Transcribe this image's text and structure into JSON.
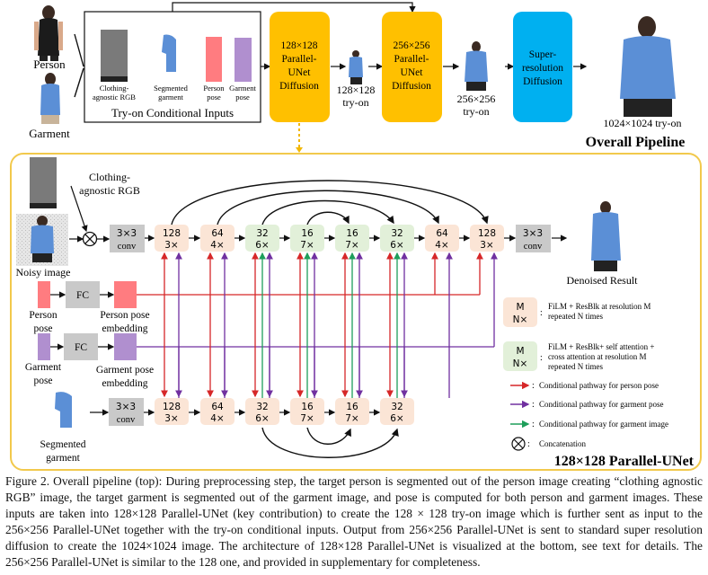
{
  "colors": {
    "unet_orange": "#FFC000",
    "superres_blue": "#00B0F0",
    "film_block": "#FBE5D6",
    "attn_block": "#E2F0D9",
    "conv_gray": "#C9C9C9",
    "person_pose": "#FF7C80",
    "garment_pose": "#B08FCF",
    "path_person": "#D62728",
    "path_garment_pose": "#7030A0",
    "path_garment_image": "#1E9E5A",
    "frame_yellow": "#F2C94C",
    "shirt_blue": "#5B8FD6"
  },
  "top": {
    "inputs": {
      "person": "Person",
      "garment": "Garment"
    },
    "conditional_box": {
      "title": "Try-on Conditional Inputs",
      "items": [
        {
          "line1": "Clothing-",
          "line2": "agnostic RGB"
        },
        {
          "line1": "Segmented",
          "line2": "garment"
        },
        {
          "line1": "Person",
          "line2": "pose"
        },
        {
          "line1": "Garment",
          "line2": "pose"
        }
      ]
    },
    "unet128": {
      "lines": [
        "128×128",
        "Parallel-",
        "UNet",
        "Diffusion"
      ]
    },
    "out128": {
      "line1": "128×128",
      "line2": "try-on"
    },
    "unet256": {
      "lines": [
        "256×256",
        "Parallel-",
        "UNet",
        "Diffusion"
      ]
    },
    "out256": {
      "line1": "256×256",
      "line2": "try-on"
    },
    "superres": {
      "lines": [
        "Super-",
        "resolution",
        "Diffusion"
      ]
    },
    "final": "1024×1024 try-on",
    "section_title": "Overall Pipeline"
  },
  "unet": {
    "section_title": "128×128 Parallel-UNet",
    "clothing_agnostic": {
      "line1": "Clothing-",
      "line2": "agnostic RGB"
    },
    "noisy_image": "Noisy image",
    "conv": {
      "line1": "3×3",
      "line2": "conv"
    },
    "fc": "FC",
    "person_pose": {
      "line1": "Person",
      "line2": "pose"
    },
    "person_pose_embedding": {
      "line1": "Person pose",
      "line2": "embedding"
    },
    "garment_pose": {
      "line1": "Garment",
      "line2": "pose"
    },
    "garment_pose_embedding": {
      "line1": "Garment pose",
      "line2": "embedding"
    },
    "segmented_garment": {
      "line1": "Segmented",
      "line2": "garment"
    },
    "denoised": "Denoised Result",
    "main_blocks": [
      {
        "res": "128",
        "rep": "3×",
        "type": "film"
      },
      {
        "res": "64",
        "rep": "4×",
        "type": "film"
      },
      {
        "res": "32",
        "rep": "6×",
        "type": "attn"
      },
      {
        "res": "16",
        "rep": "7×",
        "type": "attn"
      },
      {
        "res": "16",
        "rep": "7×",
        "type": "attn"
      },
      {
        "res": "32",
        "rep": "6×",
        "type": "attn"
      },
      {
        "res": "64",
        "rep": "4×",
        "type": "film"
      },
      {
        "res": "128",
        "rep": "3×",
        "type": "film"
      }
    ],
    "garment_blocks": [
      {
        "res": "128",
        "rep": "3×"
      },
      {
        "res": "64",
        "rep": "4×"
      },
      {
        "res": "32",
        "rep": "6×"
      },
      {
        "res": "16",
        "rep": "7×"
      },
      {
        "res": "16",
        "rep": "7×"
      },
      {
        "res": "32",
        "rep": "6×"
      }
    ]
  },
  "legend": {
    "block_m": "M",
    "block_n": "N×",
    "film_desc": [
      "FiLM + ResBlk at resolution M",
      "repeated N times"
    ],
    "attn_desc": [
      "FiLM + ResBlk+ self attention +",
      "cross attention at resolution M",
      "repeated N times"
    ],
    "colon": ":",
    "person_path": "Conditional pathway for person pose",
    "garment_pose_path": "Conditional pathway for garment pose",
    "garment_image_path": "Conditional pathway for garment image",
    "concat": "Concatenation"
  },
  "caption": "Figure 2.  Overall pipeline (top): During preprocessing step, the target person is segmented out of the person image creating “clothing agnostic RGB” image, the target garment is segmented out of the garment image, and pose is computed for both person and garment images. These inputs are taken into 128×128 Parallel-UNet (key contribution) to create the 128 × 128 try-on image which is further sent as input to the 256×256 Parallel-UNet together with the try-on conditional inputs. Output from 256×256 Parallel-UNet is sent to standard super resolution diffusion to create the 1024×1024 image. The architecture of 128×128 Parallel-UNet is visualized at the bottom, see text for details. The 256×256 Parallel-UNet is similar to the 128 one, and provided in supplementary for completeness."
}
